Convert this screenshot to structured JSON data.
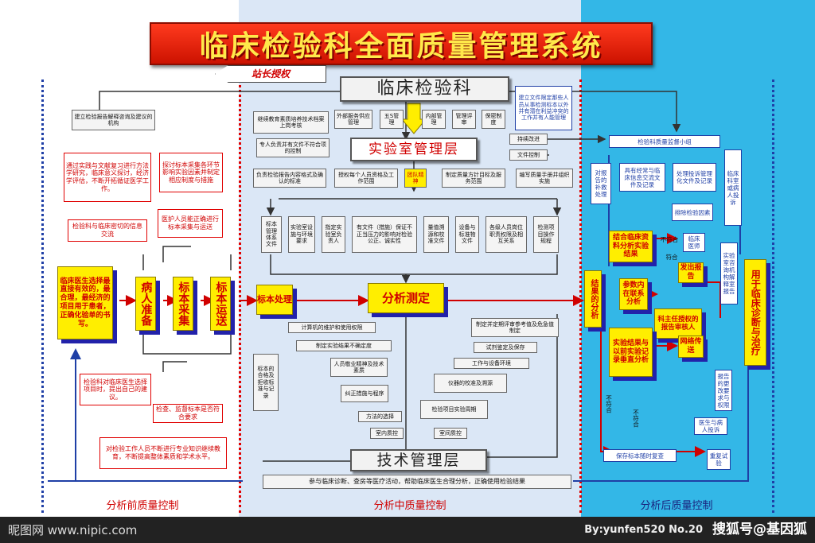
{
  "title": "临床检验科全面质量管理系统",
  "colors": {
    "left_bg": "#ffffff",
    "mid_bg": "#dbe7f6",
    "right_bg": "#33b7e7",
    "title_red": "#e01a00",
    "title_text": "#ffe94a",
    "accent_red": "#d00000",
    "accent_blue": "#1f3fa6",
    "yellow": "#ffee00"
  },
  "banner": "站长授权",
  "core": {
    "dept": "临床检验科",
    "lab_mgmt": "实验室管理层",
    "tech_mgmt": "技术管理层",
    "analysis": "分析测定"
  },
  "left": {
    "b1": "建立检验报告解释咨询及建议的机构",
    "b2": "通过实践与文献复习进行方法学研究，临床意义探讨，经济学评估，不断开拓循证医学工作。",
    "b3": "检验科与临床密切的信息交流",
    "b4": "探讨标本采集各环节影响实验因素并制定相应制度与措施",
    "b5": "医护人员能正确进行标本采集与运送",
    "b6": "临床医生选择最直接有效的，最合理，最经济的项目用于患者，正确化验单的书写。",
    "b7": "检验科对临床医生选择项目时，提出自己的建议。",
    "b8": "检查、监督标本是否符合要求",
    "b9": "对检验工作人员不断进行专业知识继续教育，不断提高整体素质和学术水平。",
    "s1": "病人准备",
    "s2": "标本采集",
    "s3": "标本运送"
  },
  "mid": {
    "t1": "继续教育素质培养技术档案上岗考核",
    "t2": "外部服务供应管理",
    "t3": "五S管理",
    "t4": "内部管理",
    "t5": "管理评审",
    "t6": "保密制度",
    "t7": "专人负责并有文件不符合项的控制",
    "t8": "负责检验报告内容格式及确认的标准",
    "t9": "授权每个人员资格及工作范围",
    "t10": "团队精神",
    "t11": "制定质量方针目标及服务范围",
    "t12": "编写质量手册并组织实施",
    "c1": "标本管理体系文件",
    "c2": "实验室设施与环境要求",
    "c3": "指定实验室负责人",
    "c4": "有文件（措施）保证不正当压力的影响对检验公正、诚实性",
    "c5": "量值溯源和校准文件",
    "c6": "设备与标准物文件",
    "c7": "各级人员岗位职责权限及相互关系",
    "c8": "检测项目操作规程",
    "proc": "标本处理",
    "l1": "标本的合格及拒收标准与记录",
    "m1": "计算机的维护和使用权限",
    "m2": "制定实验结果不确定度",
    "m3": "人员敬业精神及技术素质",
    "m4": "纠正措施与程序",
    "m5": "方法的选择",
    "m6": "室内质控",
    "n1": "制定并定期评审参考值及危急值制定",
    "n2": "试剂鉴定及保存",
    "n3": "工作与设备环境",
    "n4": "仪器的校准及溯源",
    "n5": "检验项目实验周期",
    "n6": "室间质控",
    "bottom": "参与临床诊断、查房等医疗活动，帮助临床医生合理分析，正确使用检验结果"
  },
  "right": {
    "doc": "建立文件限定那些人员从事检测标本以外并有潜在利益冲突的工作并有人能管理",
    "cont": "持续改进",
    "fctrl": "文件控制",
    "group": "检验科质量监督小组",
    "r1": "对报告的补救处理",
    "r2": "具有经常与临床信息交流文件及记录",
    "r3": "处理投诉管理化文件及记录",
    "r4": "临床科室或病人投诉",
    "r5": "排除检验因素",
    "r6": "结合临床资料分析实验结果",
    "r7": "临床医师",
    "r8": "不符合",
    "r9": "符合",
    "r10": "发出报告",
    "r11": "参数内在联系分析",
    "r12": "结果的分析",
    "r13": "科主任授权的报告审核人",
    "r14": "实验结果与以前实验记录垂直分析",
    "r15": "网络传送",
    "r16": "实验室咨询机构解释室报告",
    "r17": "用于临床诊断与治疗",
    "r18": "报告的更改要求与权限",
    "r19": "医生与病人投诉",
    "r20": "不符合",
    "r21": "不符合",
    "r22": "保存标本随时复查",
    "r23": "重复试验"
  },
  "footer": {
    "pre": "分析前质量控制",
    "mid": "分析中质量控制",
    "post": "分析后质量控制"
  },
  "watermark": {
    "left": "昵图网 www.nipic.com",
    "right": "By:yunfen520  No.20",
    "sohu": "搜狐号@基因狐"
  }
}
